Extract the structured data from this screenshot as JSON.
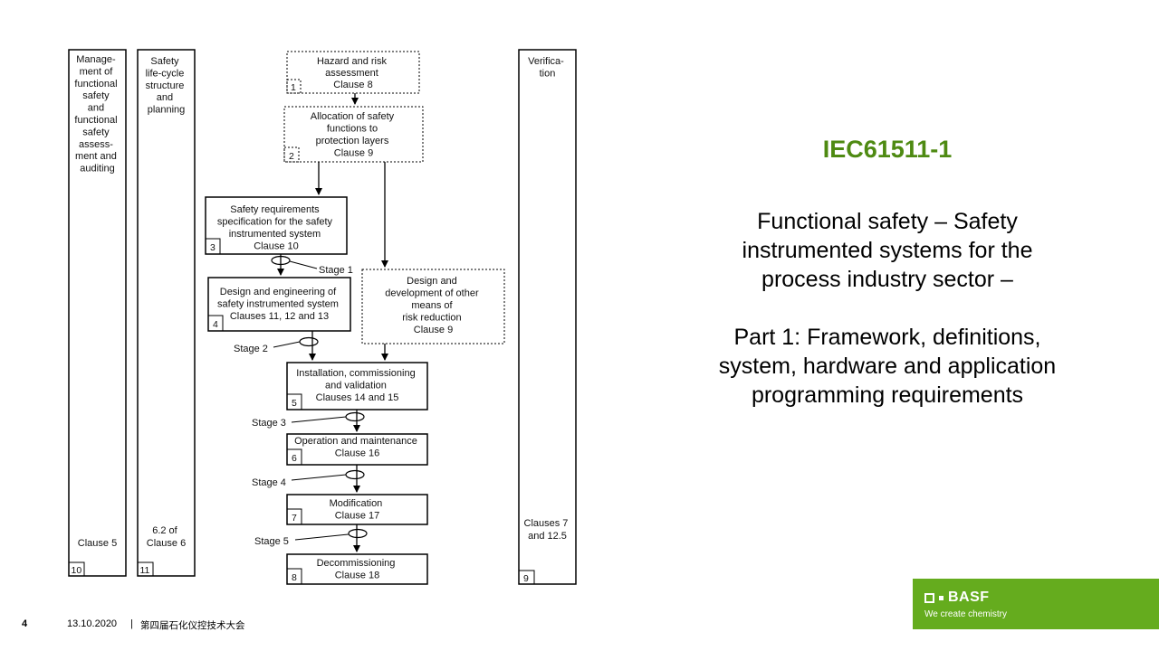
{
  "diagram": {
    "columns": {
      "management": {
        "lines": [
          "Manage-",
          "ment of",
          "functional",
          "safety",
          "and",
          "functional",
          "safety",
          "assess-",
          "ment and",
          "auditing"
        ],
        "clause": "Clause 5",
        "number": "10"
      },
      "lifecycle": {
        "lines": [
          "Safety",
          "life-cycle",
          "structure",
          "and",
          "planning"
        ],
        "clause_lines": [
          "6.2 of",
          "Clause 6"
        ],
        "number": "11"
      },
      "verification": {
        "lines": [
          "Verifica-",
          "tion"
        ],
        "clause_lines": [
          "Clauses 7",
          "and 12.5"
        ],
        "number": "9"
      }
    },
    "boxes": {
      "b1": {
        "lines": [
          "Hazard and risk",
          "assessment",
          "Clause 8"
        ],
        "number": "1"
      },
      "b2": {
        "lines": [
          "Allocation of safety",
          "functions to",
          "protection layers",
          "Clause 9"
        ],
        "number": "2"
      },
      "b3": {
        "lines": [
          "Safety requirements",
          "specification for the safety",
          "instrumented system",
          "Clause 10"
        ],
        "number": "3"
      },
      "b4": {
        "lines": [
          "Design and engineering of",
          "safety instrumented system",
          "Clauses 11, 12 and 13"
        ],
        "number": "4"
      },
      "b4b": {
        "lines": [
          "Design and",
          "development of other",
          "means of",
          "risk reduction",
          "Clause 9"
        ]
      },
      "b5": {
        "lines": [
          "Installation, commissioning",
          "and validation",
          "Clauses 14 and 15"
        ],
        "number": "5"
      },
      "b6": {
        "lines": [
          "Operation and maintenance",
          "Clause 16"
        ],
        "number": "6"
      },
      "b7": {
        "lines": [
          "Modification",
          "Clause 17"
        ],
        "number": "7"
      },
      "b8": {
        "lines": [
          "Decommissioning",
          "Clause 18"
        ],
        "number": "8"
      }
    },
    "stages": [
      "Stage 1",
      "Stage 2",
      "Stage 3",
      "Stage 4",
      "Stage 5"
    ]
  },
  "document": {
    "id": "IEC61511-1",
    "title": "Functional safety – Safety instrumented systems for the process industry sector –",
    "part": "Part 1: Framework, definitions, system, hardware and application programming requirements"
  },
  "footer": {
    "page_number": "4",
    "date": "13.10.2020",
    "separator": "|",
    "event": "第四届石化仪控技术大会"
  },
  "brand": {
    "name": "BASF",
    "tagline": "We create chemistry",
    "color": "#65ac1e",
    "accent": "#4e8a12"
  }
}
